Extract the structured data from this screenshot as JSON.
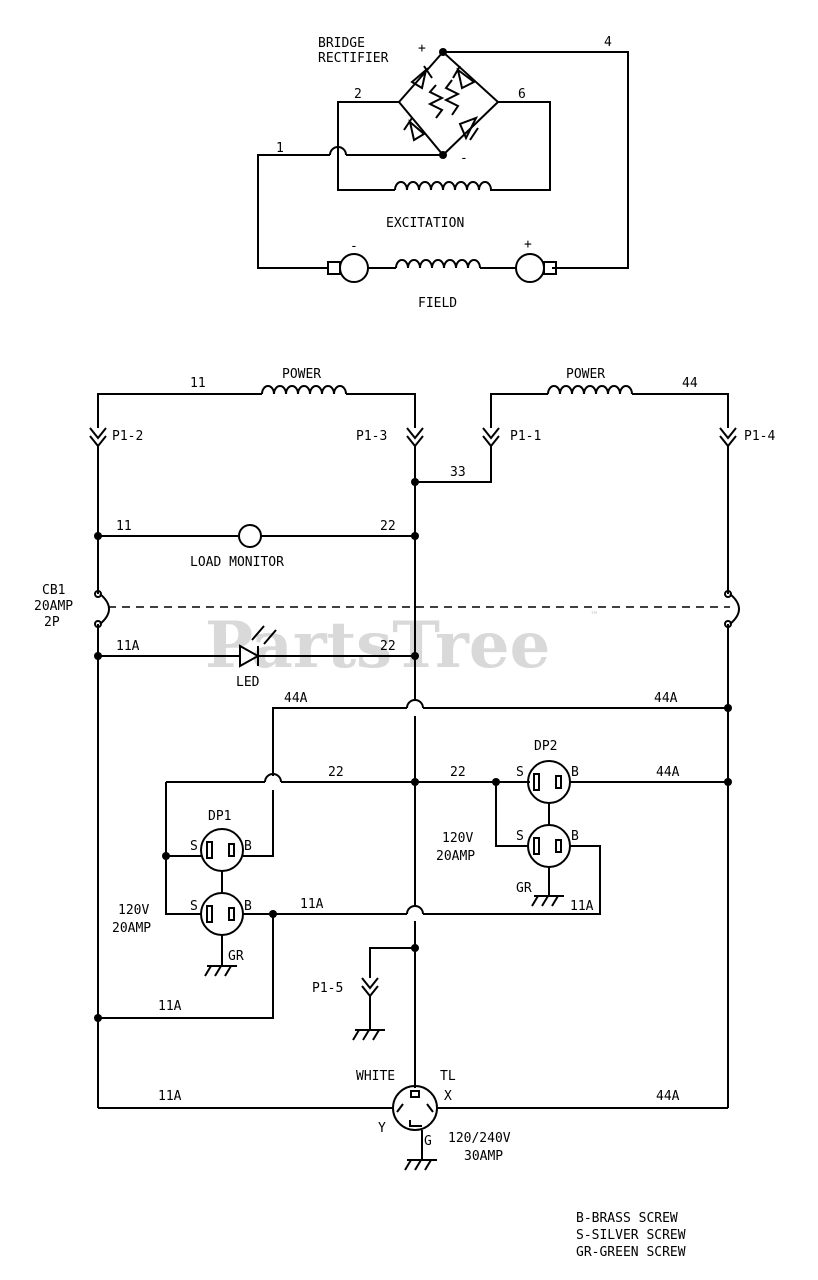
{
  "watermark": {
    "text": "PartsTree",
    "tm": "™"
  },
  "exciter": {
    "bridge_line1": "BRIDGE",
    "bridge_line2": "RECTIFIER",
    "plus": "+",
    "minus": "-",
    "wire_1": "1",
    "wire_2": "2",
    "wire_4": "4",
    "wire_6": "6",
    "excitation_label": "EXCITATION",
    "field_label": "FIELD",
    "field_minus": "-",
    "field_plus": "+"
  },
  "main": {
    "power_left": "POWER",
    "power_right": "POWER",
    "w11_top": "11",
    "w44_top": "44",
    "p1_2": "P1-2",
    "p1_3": "P1-3",
    "p1_1": "P1-1",
    "p1_4": "P1-4",
    "w33": "33",
    "w11_load": "11",
    "w22_load": "22",
    "load_monitor": "LOAD MONITOR",
    "cb1": "CB1",
    "cb1_amp": "20AMP",
    "cb1_poles": "2P",
    "w11a_led": "11A",
    "w22_led": "22",
    "led": "LED",
    "w44a_left": "44A",
    "w44a_right": "44A",
    "w22_mid_left": "22",
    "w22_mid_right": "22",
    "dp2": "DP2",
    "dp2_s1": "S",
    "dp2_b1": "B",
    "w44a_dp2": "44A",
    "dp2_s2": "S",
    "dp2_b2": "B",
    "dp2_rating_v": "120V",
    "dp2_rating_a": "20AMP",
    "dp2_gr": "GR",
    "w11a_dp2": "11A",
    "dp1": "DP1",
    "dp1_s1": "S",
    "dp1_b1": "B",
    "dp1_s2": "S",
    "dp1_b2": "B",
    "w11a_mid": "11A",
    "dp1_rating_v": "120V",
    "dp1_rating_a": "20AMP",
    "dp1_gr": "GR",
    "p1_5": "P1-5",
    "w11a_low": "11A",
    "white": "WHITE",
    "tl": "TL",
    "w11a_bottom": "11A",
    "x": "X",
    "w44a_bottom": "44A",
    "y": "Y",
    "g": "G",
    "tl_rating_v": "120/240V",
    "tl_rating_a": "30AMP"
  },
  "legend": {
    "line1": "B-BRASS SCREW",
    "line2": "S-SILVER SCREW",
    "line3": "GR-GREEN SCREW"
  }
}
